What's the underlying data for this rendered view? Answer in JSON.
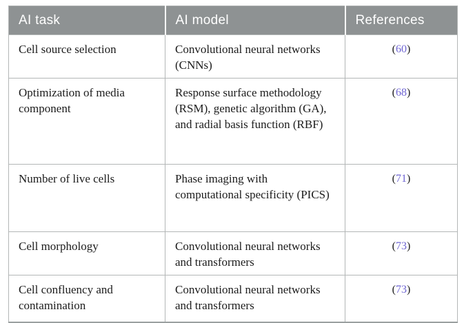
{
  "colors": {
    "page_bg": "#ffffff",
    "header_bg": "#8e9293",
    "header_text": "#ffffff",
    "body_text": "#1c1c1c",
    "ref_link": "#6e64d2",
    "border_light": "#b3b6b6",
    "border_dark": "#9aa0a0"
  },
  "table": {
    "columns": [
      "AI task",
      "AI model",
      "References"
    ],
    "punct": {
      "open": "(",
      "close": ")"
    },
    "rows": [
      {
        "task": "Cell source selection",
        "model": "Convolutional neural networks (CNNs)",
        "ref": "60"
      },
      {
        "task": "Optimization of media component",
        "model": "Response surface methodology (RSM), genetic algorithm (GA), and radial basis function (RBF)",
        "ref": "68"
      },
      {
        "task": "Number of live cells",
        "model": "Phase imaging with computational specificity (PICS)",
        "ref": "71"
      },
      {
        "task": "Cell morphology",
        "model": "Convolutional neural networks and transformers",
        "ref": "73"
      },
      {
        "task": "Cell confluency and contamination",
        "model": "Convolutional neural networks and transformers",
        "ref": "73"
      }
    ]
  }
}
